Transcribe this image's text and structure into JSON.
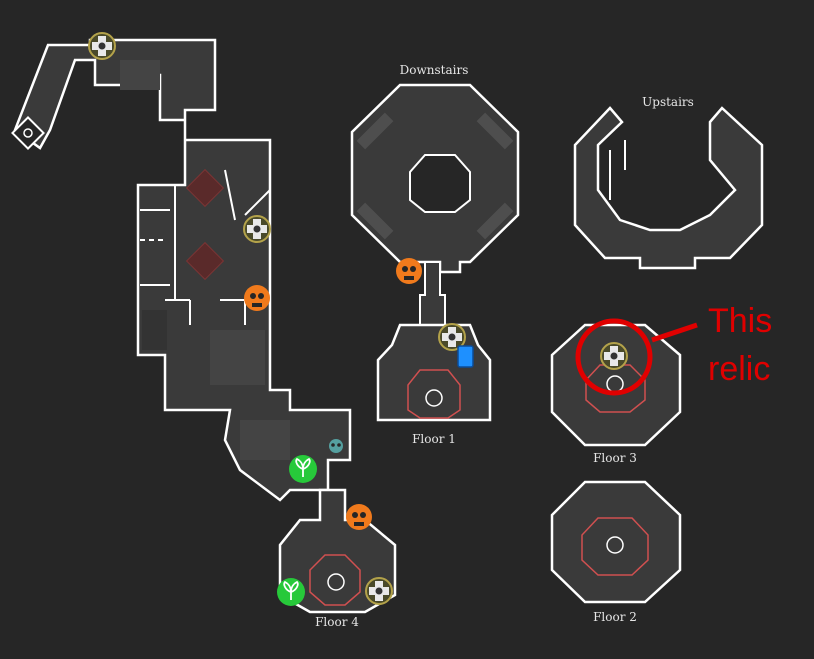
{
  "map": {
    "area_labels": {
      "downstairs": "Downstairs",
      "upstairs": "Upstairs",
      "floor1": "Floor 1",
      "floor2": "Floor 2",
      "floor3": "Floor 3",
      "floor4": "Floor 4"
    },
    "annotation": {
      "line1": "This",
      "line2": "relic",
      "color": "#e00000"
    },
    "colors": {
      "background": "#262626",
      "floor": "#3a3a3a",
      "wall": "#ffffff",
      "hazard": "#5a2a2a",
      "relic_ring": "#b3a24a",
      "orange_skull": "#f07a1c",
      "green_plant": "#27c93a",
      "blue_marker": "#1e90ff"
    },
    "icons": [
      "relic-icon",
      "skull-enemy-icon",
      "plant-icon",
      "door-marker-icon",
      "mask-icon",
      "elevator-icon"
    ]
  }
}
